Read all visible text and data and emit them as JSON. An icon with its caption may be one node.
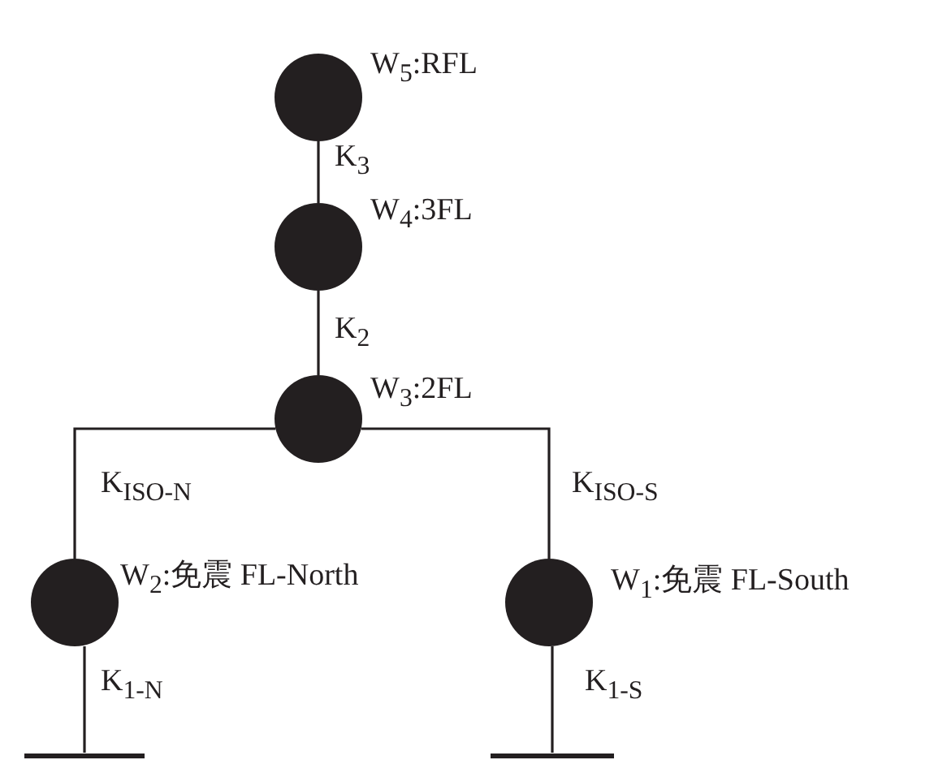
{
  "diagram": {
    "nodes": [
      {
        "text": [],
        "shape": "circle",
        "beside": [
          "W$_{5}$:RFL"
        ]
      },
      {
        "text": [],
        "shape": "circle",
        "beside": [
          "W$_{4}$:3FL"
        ]
      },
      {
        "text": [],
        "shape": "circle",
        "beside": [
          "W$_{3}$:2FL"
        ]
      },
      {
        "text": [],
        "shape": "circle",
        "beside": [
          "W$_{2}$:免震 FL-North"
        ]
      },
      {
        "text": [],
        "shape": "circle",
        "beside": [
          "W$_{1}$:免震 FL-South"
        ]
      },
      {
        "text": [],
        "shape": "bar"
      },
      {
        "text": [],
        "shape": "bar"
      }
    ],
    "edges": [
      {
        "from": 0,
        "to": 1,
        "arrow": "none",
        "label": "K$_{3}$"
      },
      {
        "from": 1,
        "to": 2,
        "arrow": "none",
        "label": "K$_{2}$"
      },
      {
        "from": 2,
        "to": 3,
        "arrow": "none",
        "label": "K$_{ISO-N}$"
      },
      {
        "from": 2,
        "to": 4,
        "arrow": "none",
        "label": "K$_{ISO-S}$"
      },
      {
        "from": 3,
        "to": 5,
        "arrow": "none",
        "label": "K$_{1-N}$"
      },
      {
        "from": 4,
        "to": 6,
        "arrow": "none",
        "label": "K$_{1-S}$"
      }
    ]
  }
}
